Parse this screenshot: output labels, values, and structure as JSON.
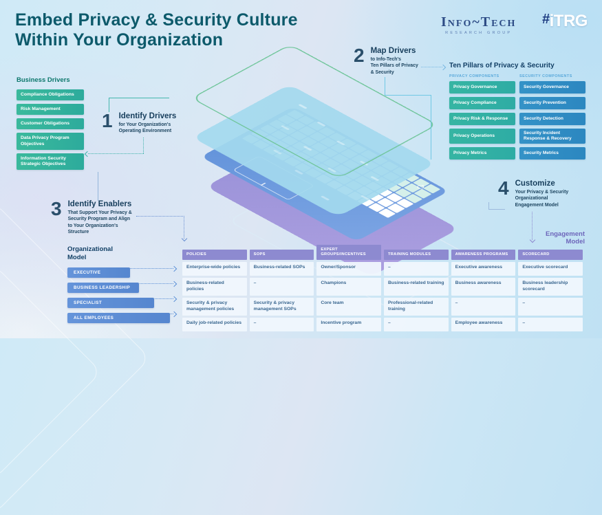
{
  "header": {
    "title": "Embed Privacy & Security Culture\nWithin Your Organization"
  },
  "logos": {
    "infotech": "Info~Tech",
    "infotech_sub": "RESEARCH GROUP",
    "itrg_hash": "#",
    "itrg_text": "iTRG"
  },
  "steps": [
    {
      "num": "1",
      "title": "Identify Drivers",
      "desc": "for Your Organization's\nOperating Environment"
    },
    {
      "num": "2",
      "title": "Map Drivers",
      "desc": "to Info-Tech's\nTen Pillars of Privacy\n& Security"
    },
    {
      "num": "3",
      "title": "Identify Enablers",
      "desc": "That Support Your Privacy &\nSecurity Program and Align\nto Your Organization's\nStructure"
    },
    {
      "num": "4",
      "title": "Customize",
      "desc": "Your Privacy & Security\nOrganizational\nEngagement Model"
    }
  ],
  "business_drivers": {
    "heading": "Business Drivers",
    "items": [
      "Compliance Obligations",
      "Risk Management",
      "Customer Obligations",
      "Data Privacy Program Objectives",
      "Information Security Strategic Objectives"
    ]
  },
  "ten_pillars": {
    "heading": "Ten Pillars of Privacy & Security",
    "privacy_label": "PRIVACY COMPONENTS",
    "security_label": "SECURITY COMPONENTS",
    "privacy": [
      "Privacy Governance",
      "Privacy Compliance",
      "Privacy Risk & Response",
      "Privacy Operations",
      "Privacy Metrics"
    ],
    "security": [
      "Security Governance",
      "Security Prevention",
      "Security Detection",
      "Security Incident Response & Recovery",
      "Security Metrics"
    ]
  },
  "org_model": {
    "heading": "Organizational\nModel",
    "levels": [
      "EXECUTIVE",
      "BUSINESS LEADERSHIP",
      "SPECIALIST",
      "ALL EMPLOYEES"
    ]
  },
  "engagement_label": "Engagement\nModel",
  "table": {
    "headers": [
      "POLICIES",
      "SOPS",
      "EXPERT GROUPS/INCENTIVES",
      "TRAINING MODULES",
      "AWARENESS PROGRAMS",
      "SCORECARD"
    ],
    "rows": [
      [
        "Enterprise-wide policies",
        "Business-related SOPs",
        "Owner/Sponsor",
        "–",
        "Executive awareness",
        "Executive scorecard"
      ],
      [
        "Business-related policies",
        "–",
        "Champions",
        "Business-related training",
        "Business awareness",
        "Business leadership scorecard"
      ],
      [
        "Security & privacy management policies",
        "Security & privacy management SOPs",
        "Core team",
        "Professional-related training",
        "–",
        "–"
      ],
      [
        "Daily job-related policies",
        "–",
        "Incentive program",
        "–",
        "Employee awareness",
        "–"
      ]
    ]
  },
  "colors": {
    "title_teal": "#0d5a6b",
    "driver_teal": "#34b29c",
    "privacy_teal": "#32b2a4",
    "security_blue": "#3090c4",
    "org_blue": "#5d8dd4",
    "table_header_purple": "#8d8ad0",
    "engagement_purple": "#6e66bb",
    "green_outline": "#6fc59a"
  }
}
